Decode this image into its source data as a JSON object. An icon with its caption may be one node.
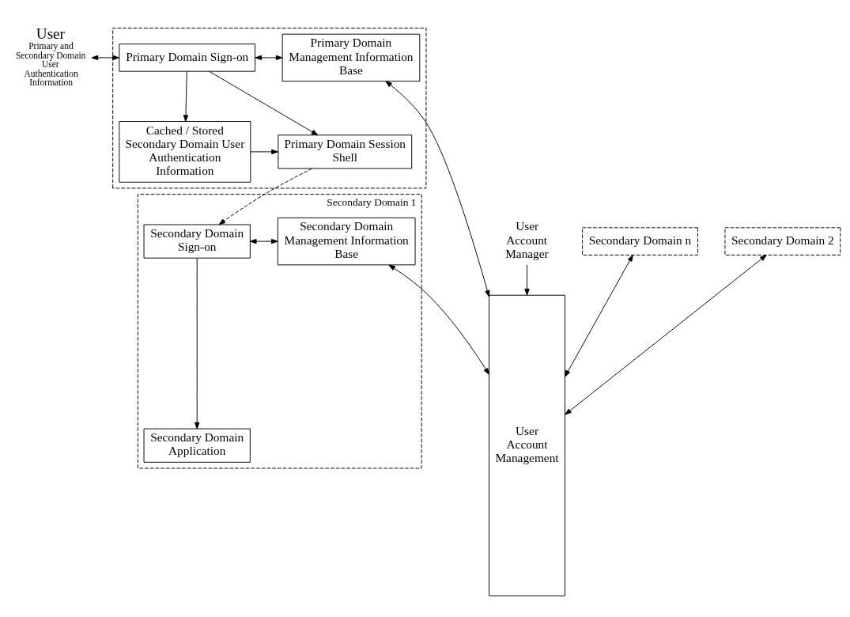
{
  "diagram": {
    "nodes": [
      {
        "text": [
          "User"
        ],
        "beside": [
          "Primary and Secondary Domain User Authentication Information"
        ]
      },
      {
        "text": [],
        "shape": "box"
      },
      {
        "text": [
          "Primary Domain Sign-on"
        ],
        "in": 1
      },
      {
        "text": [
          "Primary Domain Management Information Base"
        ],
        "in": 1
      },
      {
        "text": [
          "Primary Domain Session Shell"
        ],
        "in": 1
      },
      {
        "text": [
          "Cached / Stored Secondary Domain User Authentication Information"
        ],
        "in": 1
      },
      {
        "text": [
          "User Account Management"
        ]
      },
      {
        "text": [
          "User Account Manager"
        ]
      },
      {
        "text": [
          "Secondary Domain n"
        ]
      },
      {
        "text": [
          "Secondary Domain 2"
        ]
      },
      {
        "text": [
          "Secondary Domain 1"
        ]
      },
      {
        "text": [
          "Secondary Domain Sign-on"
        ],
        "in": 10
      },
      {
        "text": [
          "Secondary Domain Management Information Base"
        ],
        "in": 10
      },
      {
        "text": [
          "Secondary Domain Application"
        ],
        "in": 10
      }
    ],
    "edges": [
      {
        "from": 0,
        "to": 2,
        "arrow": "both"
      },
      {
        "from": 2,
        "to": 3,
        "arrow": "both"
      },
      {
        "from": 3,
        "to": 6,
        "arrow": "both"
      },
      {
        "from": 2,
        "to": 4,
        "arrow": "to"
      },
      {
        "from": 2,
        "to": 5,
        "arrow": "to"
      },
      {
        "from": 5,
        "to": 4,
        "arrow": "to"
      },
      {
        "from": 4,
        "to": 11,
        "arrow": "to",
        "style": "dashed"
      },
      {
        "from": 11,
        "to": 12,
        "arrow": "both"
      },
      {
        "from": 12,
        "to": 6,
        "arrow": "both"
      },
      {
        "from": 11,
        "to": 13,
        "arrow": "to"
      },
      {
        "from": 8,
        "to": 6,
        "arrow": "both"
      },
      {
        "from": 9,
        "to": 6,
        "arrow": "both"
      },
      {
        "from": 7,
        "to": 6,
        "arrow": "to"
      }
    ]
  }
}
